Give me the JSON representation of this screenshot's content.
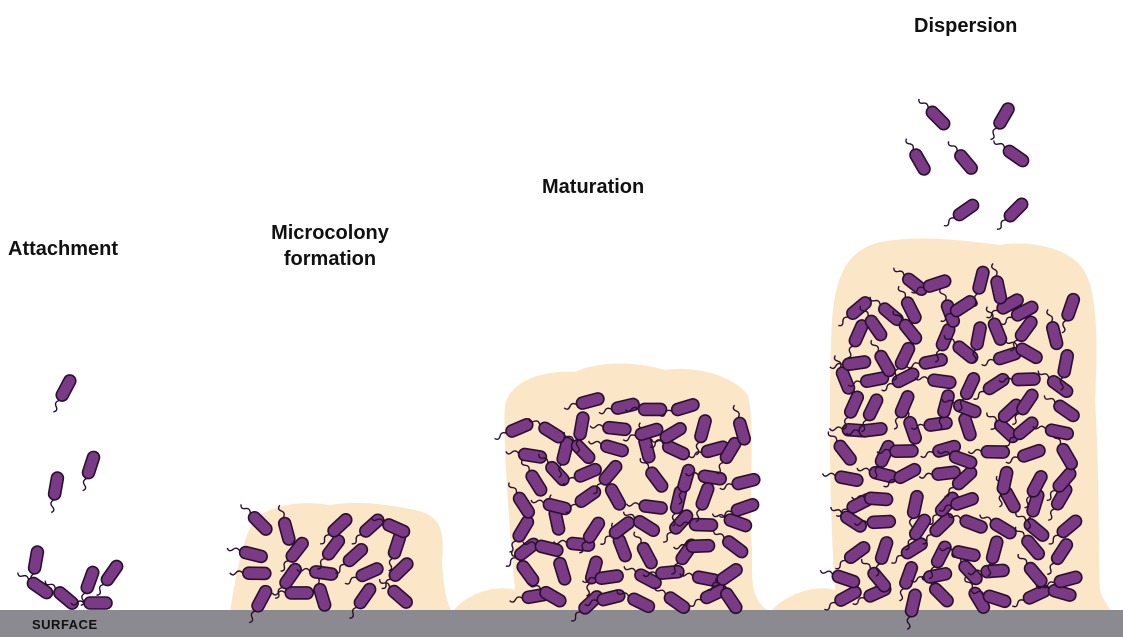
{
  "stages": {
    "attachment": "Attachment",
    "microcolony_line1": "Microcolony",
    "microcolony_line2": "formation",
    "maturation": "Maturation",
    "dispersion": "Dispersion"
  },
  "surface_label": "SURFACE",
  "colors": {
    "bacterium_fill": "#7b3a86",
    "bacterium_stroke": "#2a1030",
    "matrix": "#fbe6c8",
    "surface": "#8a8a90",
    "label": "#111111"
  },
  "icons": {
    "bacterium": "rod-shaped-bacterium-with-flagellum",
    "matrix": "extracellular-matrix-blob"
  }
}
